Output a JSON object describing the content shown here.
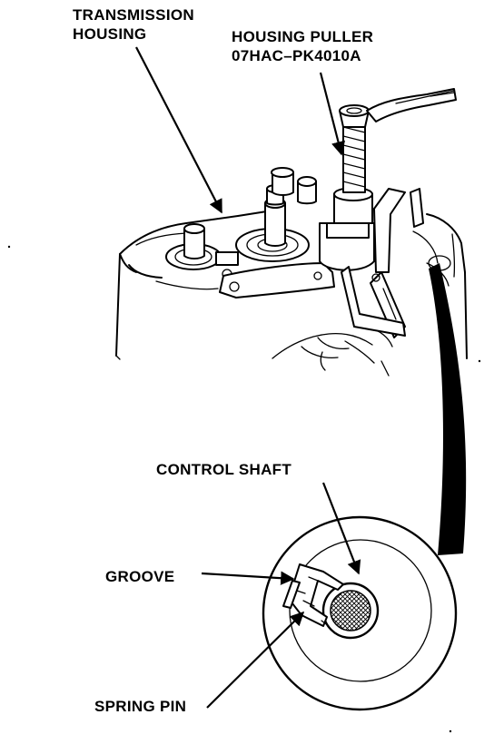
{
  "labels": {
    "transmission_housing_line1": "TRANSMISSION",
    "transmission_housing_line2": "HOUSING",
    "housing_puller_line1": "HOUSING PULLER",
    "housing_puller_line2": "07HAC–PK4010A",
    "control_shaft": "CONTROL SHAFT",
    "groove": "GROOVE",
    "spring_pin": "SPRING PIN"
  }
}
